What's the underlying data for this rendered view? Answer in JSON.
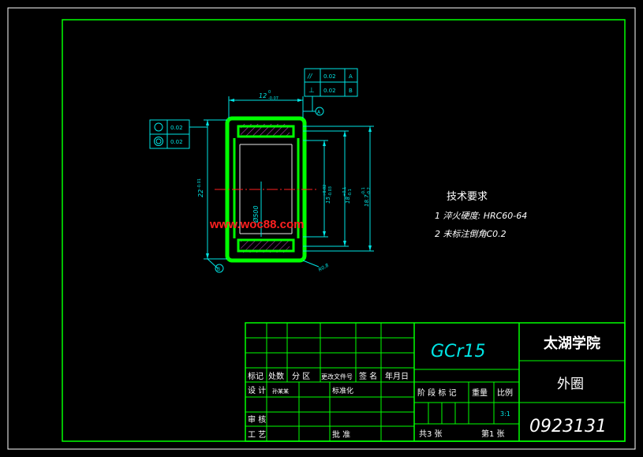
{
  "drawing": {
    "dim_width": "12",
    "dim_width_tol_up": "0",
    "dim_width_tol_low": "-0.07",
    "dim_outer_dia": "22",
    "dim_outer_dia_tol": "-0.01",
    "dim_inner_dia": "Ø500",
    "dim_15": "15",
    "dim_15_tol_up": "+0.02",
    "dim_15_tol_low": "-0.03",
    "dim_18": "18",
    "dim_18_tol_up": "+0.1",
    "dim_18_tol_low": "-0.1",
    "dim_187": "18.7",
    "dim_187_tol_up": "-0.1",
    "dim_187_tol_low": "-0.2",
    "radius_label": "R0.8",
    "datum_a": "A",
    "datum_b": "B",
    "tol_parallel_symbol": "//",
    "tol_parallel_value": "0.02",
    "tol_parallel_datum": "A",
    "tol_perp_symbol": "⊥",
    "tol_perp_value": "0.02",
    "tol_perp_datum": "B",
    "tol_round_value": "0.02",
    "tol_cyl_value": "0.02",
    "watermark": "www.woc88.com"
  },
  "tech_notes": {
    "title": "技术要求",
    "item1": "1 淬火硬度: HRC60-64",
    "item2": "2 未标注倒角C0.2"
  },
  "title_block": {
    "material": "GCr15",
    "school": "太湖学院",
    "part_name": "外圈",
    "drawing_no": "0923131",
    "row_labels": [
      "标记",
      "处数",
      "分 区",
      "更改文件号",
      "签 名",
      "年月日"
    ],
    "design_label": "设 计",
    "designer": "孙某某",
    "standardize_label": "标准化",
    "review_label": "审 核",
    "process_label": "工 艺",
    "approve_label": "批 准",
    "stage_label": "阶 段 标 记",
    "weight_label": "重量",
    "scale_label": "比例",
    "scale_value": "3:1",
    "sheets_total": "共3 张",
    "sheet_no": "第1 张"
  },
  "colors": {
    "outline": "#00ff00",
    "annotation": "#00e5e5",
    "centerline": "#ff2020",
    "hatch": "#c040c0",
    "border": "#ffffff"
  }
}
